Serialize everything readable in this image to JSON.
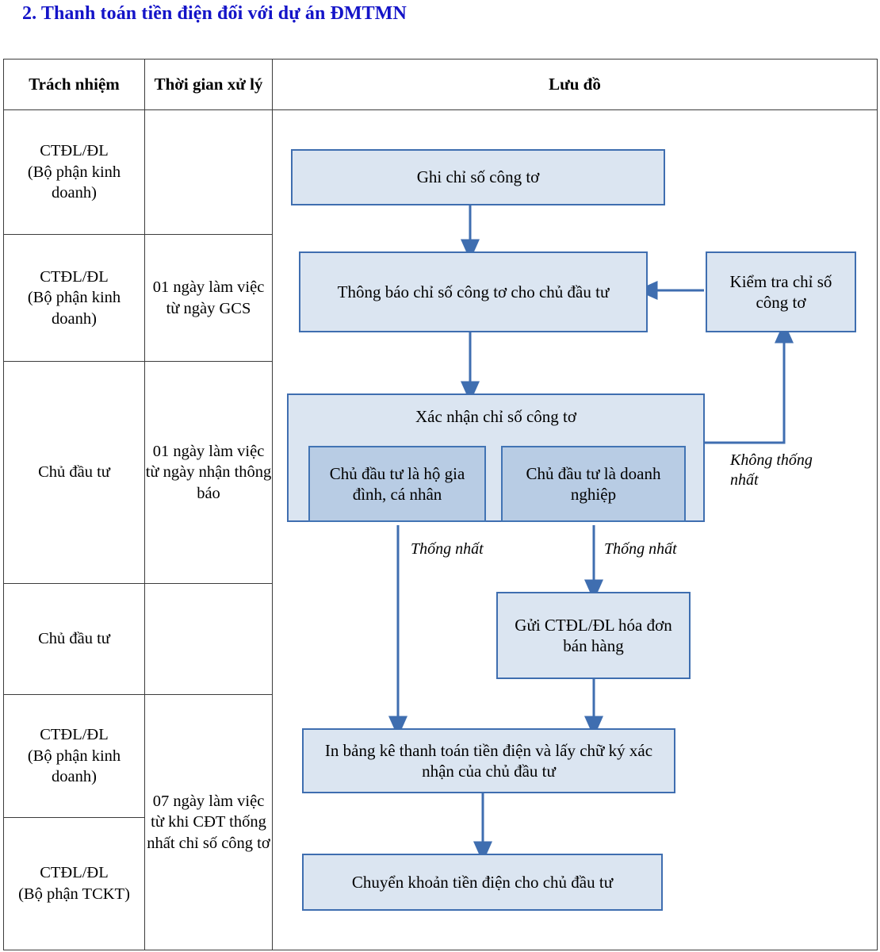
{
  "title": "2. Thanh toán tiền điện đối với dự án ĐMTMN",
  "table": {
    "headers": {
      "responsibility": "Trách nhiệm",
      "time": "Thời gian xử lý",
      "flow": "Lưu đồ"
    },
    "rows": [
      {
        "responsibility": "CTĐL/ĐL\n(Bộ phận kinh doanh)",
        "time": ""
      },
      {
        "responsibility": "CTĐL/ĐL\n(Bộ phận kinh doanh)",
        "time": "01 ngày làm việc từ ngày GCS"
      },
      {
        "responsibility": "Chủ đầu tư",
        "time": "01 ngày làm việc từ ngày nhận thông báo"
      },
      {
        "responsibility": "Chủ đầu tư",
        "time": ""
      },
      {
        "responsibility": "CTĐL/ĐL\n(Bộ phận kinh doanh)",
        "time": "07 ngày làm việc từ khi CĐT thống nhất chỉ số công tơ"
      },
      {
        "responsibility": "CTĐL/ĐL\n(Bộ phận TCKT)",
        "time": ""
      }
    ]
  },
  "flowchart": {
    "nodes": {
      "ghi_chi_so": "Ghi chỉ số công tơ",
      "thong_bao": "Thông báo chỉ số công tơ cho chủ đầu tư",
      "kiem_tra": "Kiểm tra chỉ số công tơ",
      "xac_nhan": "Xác nhận chỉ số công tơ",
      "ho_gia_dinh": "Chủ đầu tư là hộ gia đình, cá nhân",
      "doanh_nghiep": "Chủ đầu tư là doanh nghiệp",
      "gui_hoa_don": "Gửi CTĐL/ĐL hóa đơn bán hàng",
      "in_bang_ke": "In bảng kê thanh toán tiền điện và lấy chữ ký xác nhận của chủ đầu tư",
      "chuyen_khoan": "Chuyển khoản tiền điện cho chủ đầu tư"
    },
    "edge_labels": {
      "khong_thong_nhat": "Không thống nhất",
      "thong_nhat_left": "Thống nhất",
      "thong_nhat_right": "Thống nhất"
    },
    "colors": {
      "node_fill": "#dbe5f1",
      "node_fill_sub": "#b8cce4",
      "node_border": "#3f6eb0",
      "connector": "#3f6eb0",
      "title": "#1414c8",
      "table_border": "#3c3c3c"
    }
  }
}
